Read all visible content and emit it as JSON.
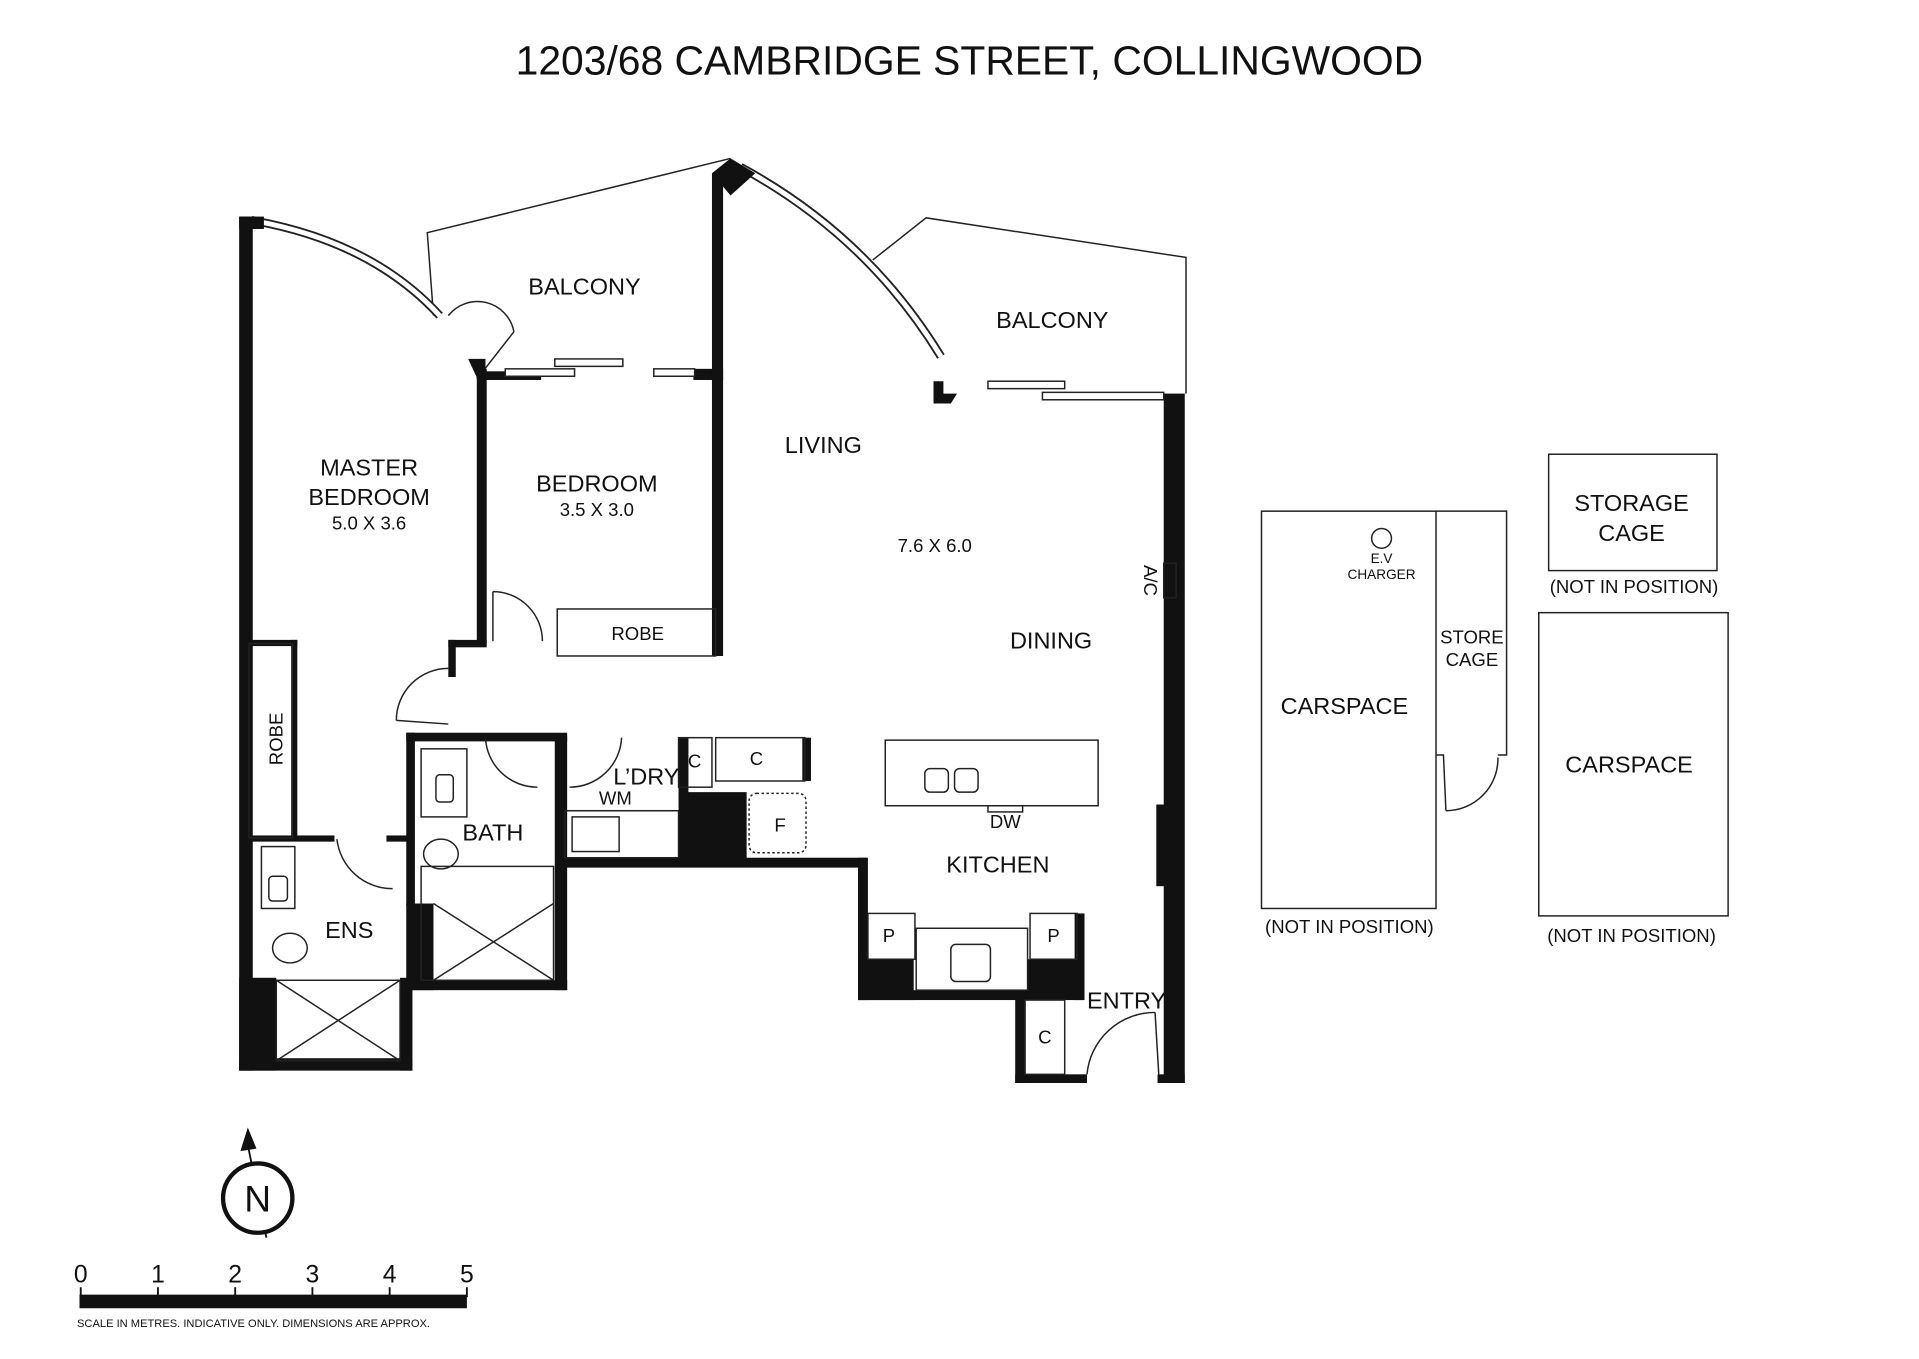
{
  "title": "1203/68 CAMBRIDGE STREET, COLLINGWOOD",
  "rooms": {
    "balcony_left": "BALCONY",
    "balcony_right": "BALCONY",
    "master_bedroom_line1": "MASTER",
    "master_bedroom_line2": "BEDROOM",
    "master_bedroom_dims": "5.0 X 3.6",
    "bedroom": "BEDROOM",
    "bedroom_dims": "3.5 X 3.0",
    "robe_bedroom": "ROBE",
    "robe_master": "ROBE",
    "living": "LIVING",
    "living_dims": "7.6 X 6.0",
    "dining": "DINING",
    "ac": "A/C",
    "kitchen": "KITCHEN",
    "dw": "DW",
    "pantry_left": "P",
    "pantry_right": "P",
    "entry": "ENTRY",
    "entry_cupboard": "C",
    "bath": "BATH",
    "ens": "ENS",
    "laundry": "L’DRY",
    "wm": "WM",
    "cupboard_laundry": "C",
    "cupboard_kitchen": "C",
    "fridge": "F"
  },
  "parking": {
    "carspace_1": "CARSPACE",
    "ev_line1": "E.V",
    "ev_line2": "CHARGER",
    "store_cage_line1": "STORE",
    "store_cage_line2": "CAGE",
    "carspace_1_note": "(NOT IN POSITION)",
    "storage_cage_line1": "STORAGE",
    "storage_cage_line2": "CAGE",
    "storage_cage_note": "(NOT IN POSITION)",
    "carspace_2": "CARSPACE",
    "carspace_2_note": "(NOT IN POSITION)"
  },
  "compass": {
    "label": "N"
  },
  "scale": {
    "ticks": [
      "0",
      "1",
      "2",
      "3",
      "4",
      "5"
    ],
    "note": "SCALE IN METRES. INDICATIVE ONLY. DIMENSIONS ARE APPROX."
  }
}
